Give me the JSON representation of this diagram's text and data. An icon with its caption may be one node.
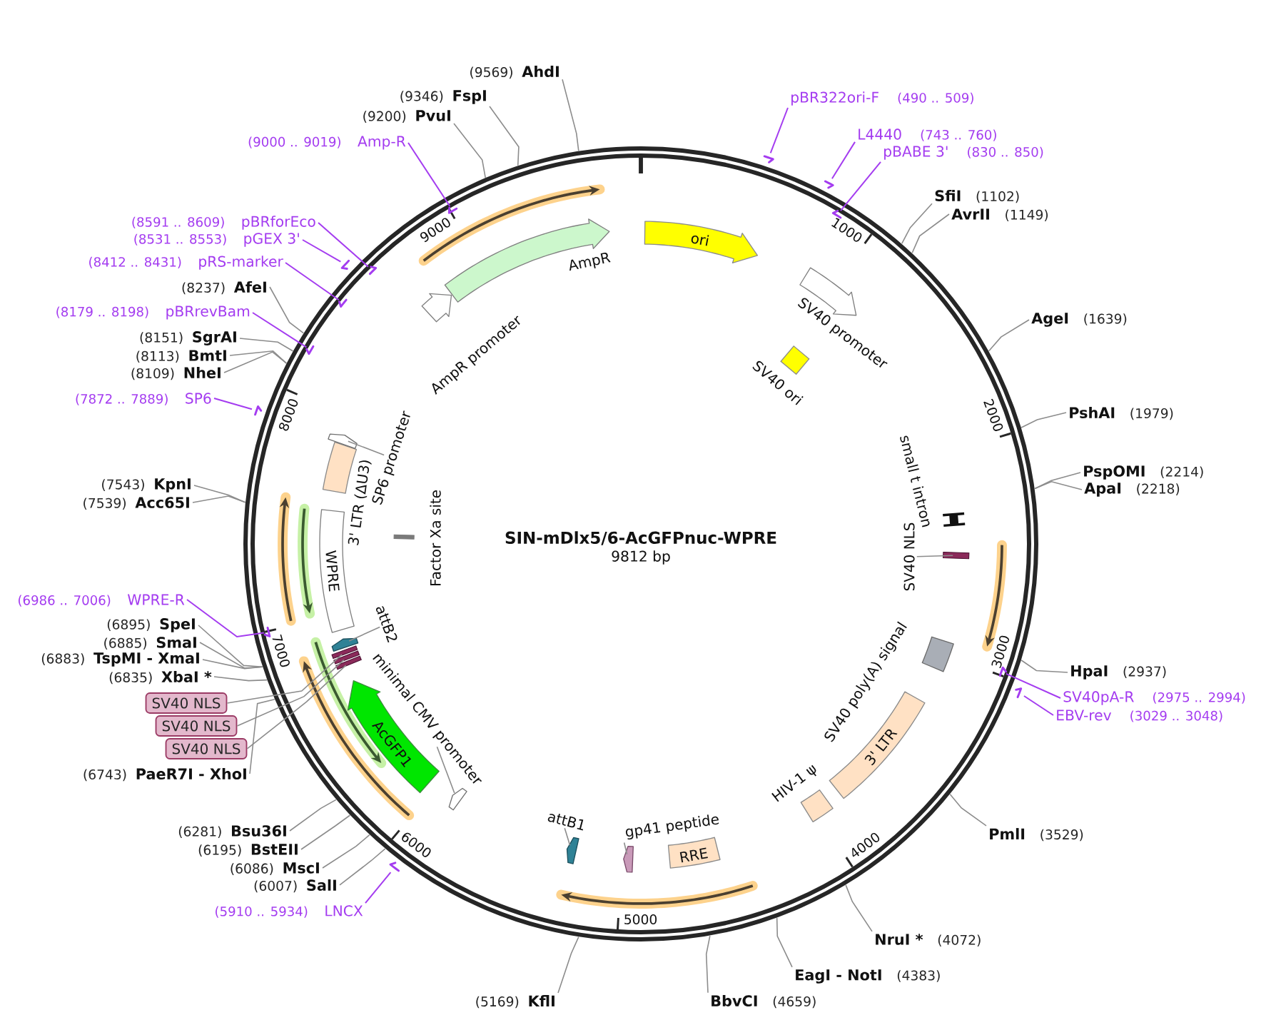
{
  "diagram": {
    "title": "SIN-mDlx5/6-AcGFPnuc-WPRE",
    "nodes": [
      {
        "text": [],
        "shape": "circle"
      },
      {
        "text": [
          "SfiI",
          "(1102)"
        ]
      },
      {
        "text": [
          "AvrII",
          "(1149)"
        ]
      },
      {
        "text": [
          "AgeI",
          "(1639)"
        ]
      },
      {
        "text": [
          "PshAI",
          "(1979)"
        ]
      },
      {
        "text": [
          "PspOMI",
          "(2214)"
        ]
      },
      {
        "text": [
          "ApaI",
          "(2218)"
        ]
      },
      {
        "text": [
          "HpaI",
          "(2937)"
        ]
      },
      {
        "text": [
          "PmlI",
          "(3529)"
        ]
      },
      {
        "text": [
          "NruI *",
          "(4072)"
        ]
      },
      {
        "text": [
          "EagI - NotI",
          "(4383)"
        ]
      },
      {
        "text": [
          "BbvCI",
          "(4659)"
        ]
      },
      {
        "text": [
          "(5169)",
          "KflI"
        ]
      },
      {
        "text": [
          "(6007)",
          "SalI"
        ]
      },
      {
        "text": [
          "(6086)",
          "MscI"
        ]
      },
      {
        "text": [
          "(6195)",
          "BstEII"
        ]
      },
      {
        "text": [
          "(6281)",
          "Bsu36I"
        ]
      },
      {
        "text": [
          "(6743)",
          "PaeR7I - XhoI"
        ]
      },
      {
        "text": [
          "(6835)",
          "XbaI *"
        ]
      },
      {
        "text": [
          "(6883)",
          "TspMI - XmaI"
        ]
      },
      {
        "text": [
          "(6885)",
          "SmaI"
        ]
      },
      {
        "text": [
          "(6895)",
          "SpeI"
        ]
      },
      {
        "text": [
          "(7539)",
          "Acc65I"
        ]
      },
      {
        "text": [
          "(7543)",
          "KpnI"
        ]
      },
      {
        "text": [
          "(8109)",
          "NheI"
        ]
      },
      {
        "text": [
          "(8113)",
          "BmtI"
        ]
      },
      {
        "text": [
          "(8151)",
          "SgrAI"
        ]
      },
      {
        "text": [
          "(8237)",
          "AfeI"
        ]
      },
      {
        "text": [
          "(9200)",
          "PvuI"
        ]
      },
      {
        "text": [
          "(9346)",
          "FspI"
        ]
      },
      {
        "text": [
          "(9569)",
          "AhdI"
        ]
      },
      {
        "text": [
          "pBR322ori-F",
          "(490 .. 509)"
        ]
      },
      {
        "text": [],
        "shape": "arrow"
      },
      {
        "text": [
          "L4440",
          "(743 .. 760)"
        ]
      },
      {
        "text": [],
        "shape": "arrow"
      },
      {
        "text": [
          "pBABE 3'",
          "(830 .. 850)"
        ]
      },
      {
        "text": [],
        "shape": "arrow",
        "in": 0
      },
      {
        "text": [
          "SV40pA-R",
          "(2975 .. 2994)"
        ]
      },
      {
        "text": [],
        "shape": "arrow",
        "in": 0
      },
      {
        "text": [
          "EBV-rev",
          "(3029 .. 3048)"
        ]
      },
      {
        "text": [],
        "shape": "arrow"
      },
      {
        "text": [
          "(5910 .. 5934)",
          "LNCX"
        ]
      },
      {
        "text": [],
        "shape": "arrow"
      },
      {
        "text": [
          "(6986 .. 7006)",
          "WPRE-R"
        ]
      },
      {
        "text": [],
        "shape": "arrow",
        "in": 0
      },
      {
        "text": [
          "(7872 .. 7889)",
          "SP6"
        ]
      },
      {
        "text": [],
        "shape": "arrow"
      },
      {
        "text": [
          "(8179 .. 8198)",
          "pBRrevBam"
        ]
      },
      {
        "text": [],
        "shape": "arrow",
        "in": 0
      },
      {
        "text": [
          "(8412 .. 8431)",
          "pRS-marker"
        ]
      },
      {
        "text": [],
        "shape": "arrow",
        "in": 0
      },
      {
        "text": [
          "(8531 .. 8553)",
          "pGEX 3'"
        ]
      },
      {
        "text": [],
        "shape": "arrow"
      },
      {
        "text": [
          "(8591 .. 8609)",
          "pBRforEco"
        ]
      },
      {
        "text": [],
        "shape": "arrow",
        "in": 0
      },
      {
        "text": [
          "(9000 .. 9019)",
          "Amp-R"
        ]
      },
      {
        "text": [],
        "shape": "arrow",
        "in": 0
      },
      {
        "text": [
          "ori"
        ],
        "in": 0
      },
      {
        "text": [
          "SV40 promoter"
        ],
        "in": 0
      },
      {
        "text": [
          "SV40 ori"
        ],
        "in": 0
      },
      {
        "text": [
          "small t intron"
        ],
        "in": 0
      },
      {
        "text": [
          "SV40 NLS"
        ],
        "in": 0
      },
      {
        "text": [],
        "shape": "bar",
        "in": 0
      },
      {
        "text": [
          "SV40 poly(A) signal"
        ],
        "in": 0
      },
      {
        "text": [
          "3' LTR"
        ],
        "in": 0
      },
      {
        "text": [
          "HIV-1 ψ"
        ],
        "in": 0
      },
      {
        "text": [
          "RRE"
        ],
        "in": 0
      },
      {
        "text": [
          "gp41 peptide"
        ],
        "in": 0
      },
      {
        "text": [],
        "shape": "arrow",
        "in": 0
      },
      {
        "text": [
          "attB1"
        ],
        "in": 0
      },
      {
        "text": [],
        "shape": "arrow",
        "in": 0
      },
      {
        "text": [
          "minimal CMV promoter"
        ],
        "in": 0
      },
      {
        "text": [],
        "shape": "arrow",
        "in": 0
      },
      {
        "text": [
          "AcGFP1"
        ],
        "in": 0
      },
      {
        "text": [
          "SV40 NLS"
        ]
      },
      {
        "text": [
          "SV40 NLS"
        ]
      },
      {
        "text": [
          "SV40 NLS"
        ]
      },
      {
        "text": [],
        "shape": "bar",
        "in": 0
      },
      {
        "text": [],
        "shape": "bar",
        "in": 0
      },
      {
        "text": [],
        "shape": "bar",
        "in": 0
      },
      {
        "text": [
          "attB2"
        ],
        "in": 0
      },
      {
        "text": [],
        "shape": "arrow",
        "in": 0
      },
      {
        "text": [
          "WPRE"
        ],
        "in": 0
      },
      {
        "text": [
          "3' LTR (ΔU3)"
        ],
        "in": 0
      },
      {
        "text": [
          "SP6 promoter"
        ],
        "in": 0
      },
      {
        "text": [],
        "shape": "arrow",
        "in": 0
      },
      {
        "text": [
          "Factor Xa site"
        ],
        "in": 0
      },
      {
        "text": [
          "AmpR promoter"
        ],
        "in": 0
      },
      {
        "text": [
          "AmpR"
        ],
        "in": 0
      }
    ],
    "edges": [
      {
        "from": 1,
        "to": 0,
        "arrow": "none"
      },
      {
        "from": 2,
        "to": 0,
        "arrow": "none"
      },
      {
        "from": 3,
        "to": 0,
        "arrow": "none"
      },
      {
        "from": 4,
        "to": 0,
        "arrow": "none"
      },
      {
        "from": 5,
        "to": 0,
        "arrow": "none"
      },
      {
        "from": 6,
        "to": 0,
        "arrow": "none"
      },
      {
        "from": 7,
        "to": 0,
        "arrow": "none"
      },
      {
        "from": 8,
        "to": 0,
        "arrow": "none"
      },
      {
        "from": 9,
        "to": 0,
        "arrow": "none"
      },
      {
        "from": 10,
        "to": 0,
        "arrow": "none"
      },
      {
        "from": 11,
        "to": 0,
        "arrow": "none"
      },
      {
        "from": 12,
        "to": 0,
        "arrow": "none"
      },
      {
        "from": 13,
        "to": 0,
        "arrow": "none"
      },
      {
        "from": 14,
        "to": 0,
        "arrow": "none"
      },
      {
        "from": 15,
        "to": 0,
        "arrow": "none"
      },
      {
        "from": 16,
        "to": 0,
        "arrow": "none"
      },
      {
        "from": 17,
        "to": 0,
        "arrow": "none"
      },
      {
        "from": 18,
        "to": 0,
        "arrow": "none"
      },
      {
        "from": 19,
        "to": 0,
        "arrow": "none"
      },
      {
        "from": 20,
        "to": 0,
        "arrow": "none"
      },
      {
        "from": 21,
        "to": 0,
        "arrow": "none"
      },
      {
        "from": 22,
        "to": 0,
        "arrow": "none"
      },
      {
        "from": 23,
        "to": 0,
        "arrow": "none"
      },
      {
        "from": 24,
        "to": 0,
        "arrow": "none"
      },
      {
        "from": 25,
        "to": 0,
        "arrow": "none"
      },
      {
        "from": 26,
        "to": 0,
        "arrow": "none"
      },
      {
        "from": 27,
        "to": 0,
        "arrow": "none"
      },
      {
        "from": 28,
        "to": 0,
        "arrow": "none"
      },
      {
        "from": 29,
        "to": 0,
        "arrow": "none"
      },
      {
        "from": 30,
        "to": 0,
        "arrow": "none"
      },
      {
        "from": 31,
        "to": 32,
        "arrow": "none",
        "color": "#a43cf0"
      },
      {
        "from": 33,
        "to": 34,
        "arrow": "none",
        "color": "#a43cf0"
      },
      {
        "from": 35,
        "to": 36,
        "arrow": "none",
        "color": "#a43cf0"
      },
      {
        "from": 37,
        "to": 38,
        "arrow": "none",
        "color": "#a43cf0"
      },
      {
        "from": 39,
        "to": 40,
        "arrow": "none",
        "color": "#a43cf0"
      },
      {
        "from": 41,
        "to": 42,
        "arrow": "none",
        "color": "#a43cf0"
      },
      {
        "from": 43,
        "to": 44,
        "arrow": "none",
        "color": "#a43cf0"
      },
      {
        "from": 45,
        "to": 46,
        "arrow": "none",
        "color": "#a43cf0"
      },
      {
        "from": 47,
        "to": 48,
        "arrow": "none",
        "color": "#a43cf0"
      },
      {
        "from": 49,
        "to": 50,
        "arrow": "none",
        "color": "#a43cf0"
      },
      {
        "from": 51,
        "to": 52,
        "arrow": "none",
        "color": "#a43cf0"
      },
      {
        "from": 53,
        "to": 54,
        "arrow": "none",
        "color": "#a43cf0"
      },
      {
        "from": 55,
        "to": 56,
        "arrow": "none",
        "color": "#a43cf0"
      },
      {
        "from": 61,
        "to": 62,
        "arrow": "none"
      },
      {
        "from": 67,
        "to": 68,
        "arrow": "none"
      },
      {
        "from": 69,
        "to": 70,
        "arrow": "none"
      },
      {
        "from": 71,
        "to": 72,
        "arrow": "none"
      },
      {
        "from": 74,
        "to": 77,
        "arrow": "none"
      },
      {
        "from": 75,
        "to": 78,
        "arrow": "none"
      },
      {
        "from": 76,
        "to": 79,
        "arrow": "none"
      },
      {
        "from": 80,
        "to": 81,
        "arrow": "none"
      },
      {
        "from": 84,
        "to": 85,
        "arrow": "none"
      }
    ],
    "labels": [
      "9812 bp",
      "1000",
      "2000",
      "3000",
      "4000",
      "5000",
      "6000",
      "7000",
      "8000",
      "9000"
    ]
  }
}
